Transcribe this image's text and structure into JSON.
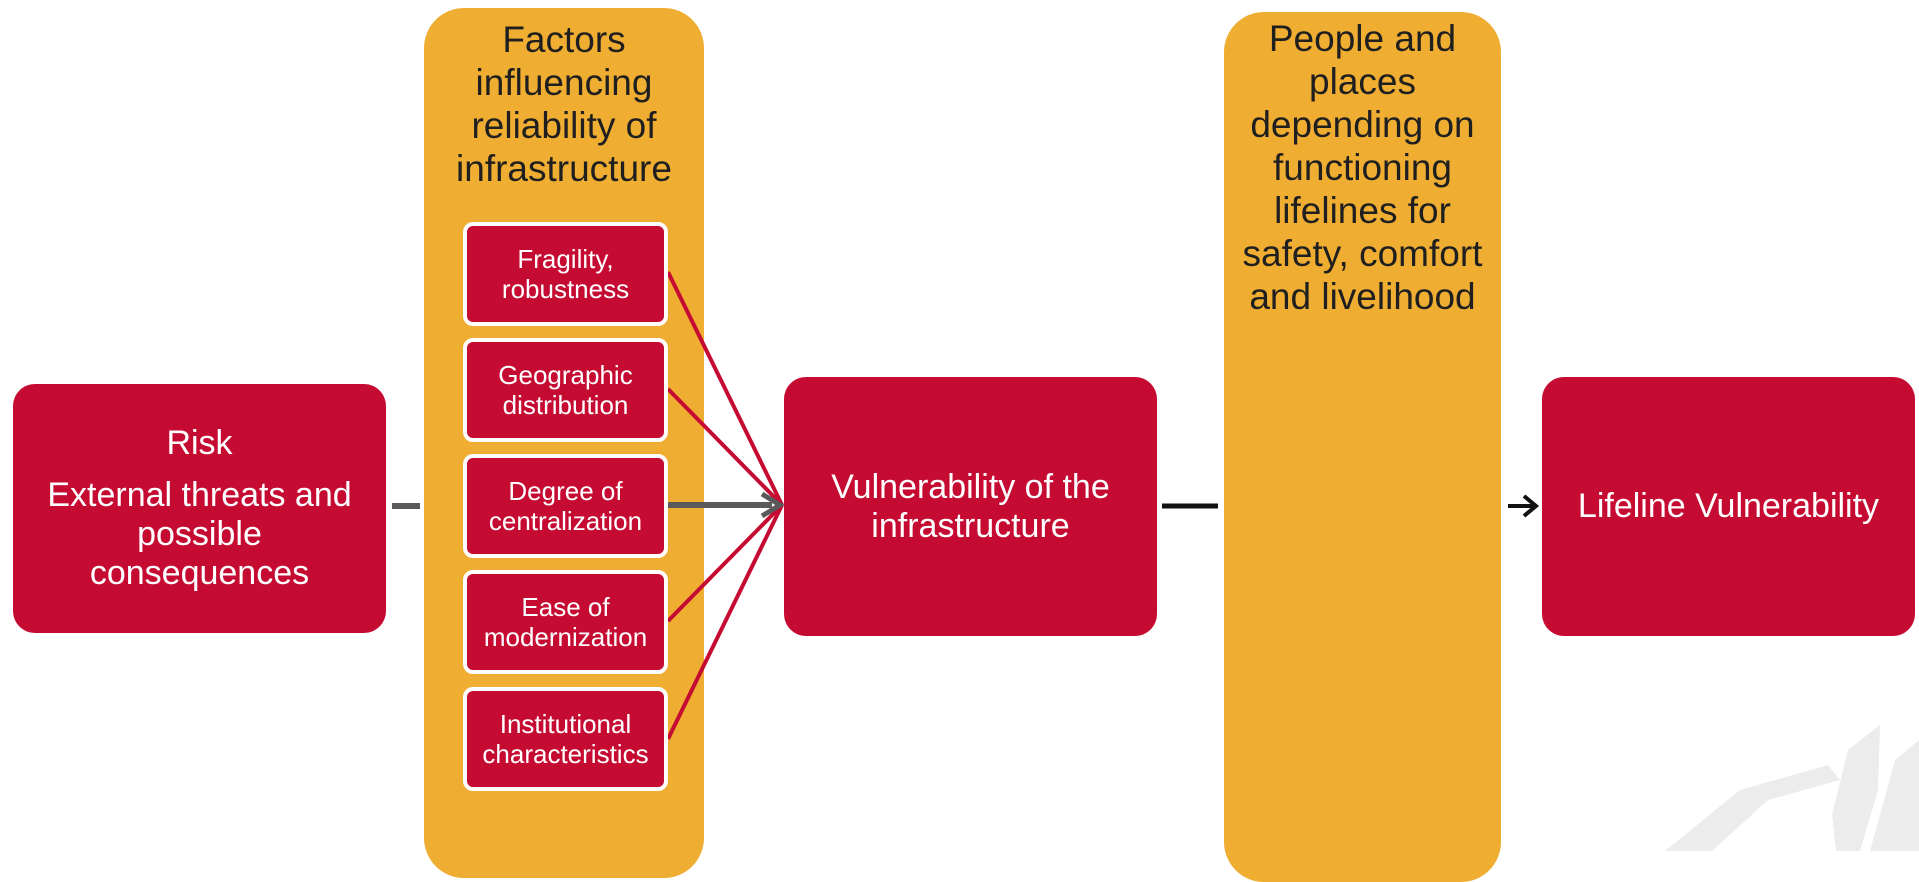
{
  "colors": {
    "red": "#C60B32",
    "gold": "#EFAD32",
    "connector": "#5a5a5a",
    "watermark": "#ececec"
  },
  "factors_pillar": {
    "title": "Factors\ninfluencing\nreliability of\ninfrastructure"
  },
  "people_pillar": {
    "title": "People and\nplaces\ndepending on\nfunctioning\nlifelines for\nsafety, comfort\nand livelihood"
  },
  "risk_box": {
    "title": "Risk",
    "subtitle": "External threats and\npossible\nconsequences"
  },
  "factors": [
    {
      "label": "Fragility,\nrobustness"
    },
    {
      "label": "Geographic\ndistribution"
    },
    {
      "label": "Degree of\ncentralization"
    },
    {
      "label": "Ease of\nmodernization"
    },
    {
      "label": "Institutional\ncharacteristics"
    }
  ],
  "vulnerability_box": {
    "label": "Vulnerability of the\ninfrastructure"
  },
  "lifeline_box": {
    "label": "Lifeline Vulnerability"
  }
}
